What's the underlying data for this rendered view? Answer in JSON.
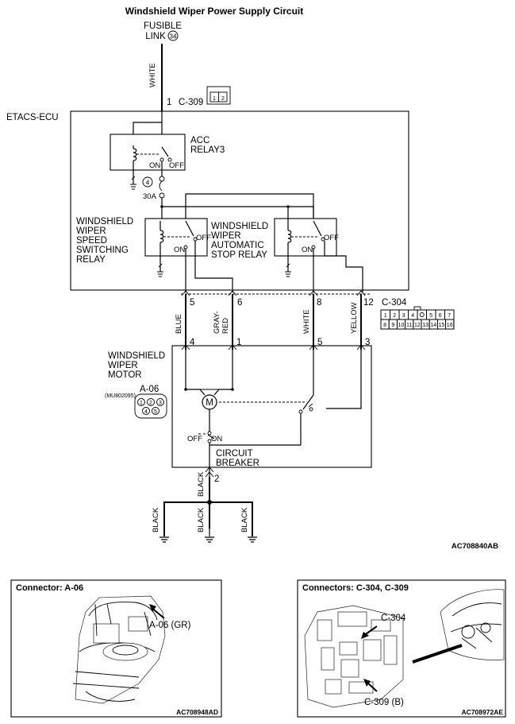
{
  "title": "Windshield Wiper Power Supply Circuit",
  "fusible_link": {
    "line1": "FUSIBLE",
    "line2": "LINK",
    "number": "34"
  },
  "wire_top": {
    "color": "WHITE",
    "pin": "1",
    "connector": "C-309",
    "conn_pins": [
      "1",
      "2"
    ]
  },
  "ecu": {
    "name": "ETACS-ECU"
  },
  "acc_relay": {
    "line1": "ACC",
    "line2": "RELAY3",
    "on": "ON",
    "off": "OFF"
  },
  "fuse": {
    "number": "4",
    "rating": "30A"
  },
  "speed_relay": {
    "lines": [
      "WINDSHIELD",
      "WIPER",
      "SPEED",
      "SWITCHING",
      "RELAY"
    ],
    "on": "ON",
    "off": "OFF"
  },
  "auto_stop_relay": {
    "lines": [
      "WINDSHIELD",
      "WIPER",
      "AUTOMATIC",
      "STOP RELAY"
    ],
    "on": "ON",
    "off": "OFF"
  },
  "ecu_pins": [
    "5",
    "6",
    "8",
    "12"
  ],
  "connector_c304": {
    "name": "C-304",
    "row1": [
      "1",
      "2",
      "3",
      "4",
      "",
      "5",
      "6",
      "7"
    ],
    "row2": [
      "8",
      "9",
      "10",
      "11",
      "12",
      "13",
      "14",
      "15",
      "16"
    ]
  },
  "wires": [
    {
      "color": "BLUE"
    },
    {
      "color": "GRAY-",
      "color2": "RED"
    },
    {
      "color": "WHITE"
    },
    {
      "color": "YELLOW"
    }
  ],
  "motor_pins": [
    "4",
    "1",
    "5",
    "3"
  ],
  "motor": {
    "lines": [
      "WINDSHIELD",
      "WIPER",
      "MOTOR"
    ],
    "part": "(MU802095)",
    "connector": "A-06",
    "conn_pins": [
      "1",
      "2",
      "3",
      "4",
      "5"
    ],
    "symbol": "M"
  },
  "breaker": {
    "line1": "CIRCUIT",
    "line2": "BREAKER",
    "off": "OFF",
    "on": "ON",
    "pin": "2"
  },
  "ground_wires": [
    "BLACK",
    "BLACK",
    "BLACK",
    "BLACK"
  ],
  "diagram_code": "AC708840AB",
  "panel_left": {
    "title": "Connector: A-06",
    "callout": "A-06 (GR)",
    "code": "AC708948AD"
  },
  "panel_right": {
    "title": "Connectors: C-304, C-309",
    "callout1": "C-304",
    "callout2": "C-309 (B)",
    "code": "AC708972AE"
  }
}
